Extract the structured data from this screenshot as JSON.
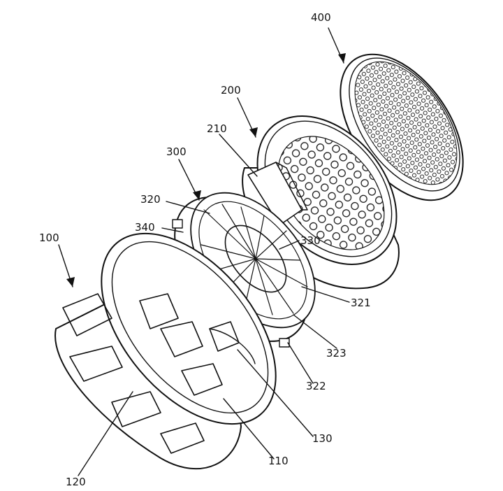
{
  "labels": {
    "l400": "400",
    "l200": "200",
    "l210": "210",
    "l300": "300",
    "l320": "320",
    "l340": "340",
    "l330": "330",
    "l100": "100",
    "l321": "321",
    "l323": "323",
    "l322": "322",
    "l130": "130",
    "l110": "110",
    "l120": "120"
  }
}
